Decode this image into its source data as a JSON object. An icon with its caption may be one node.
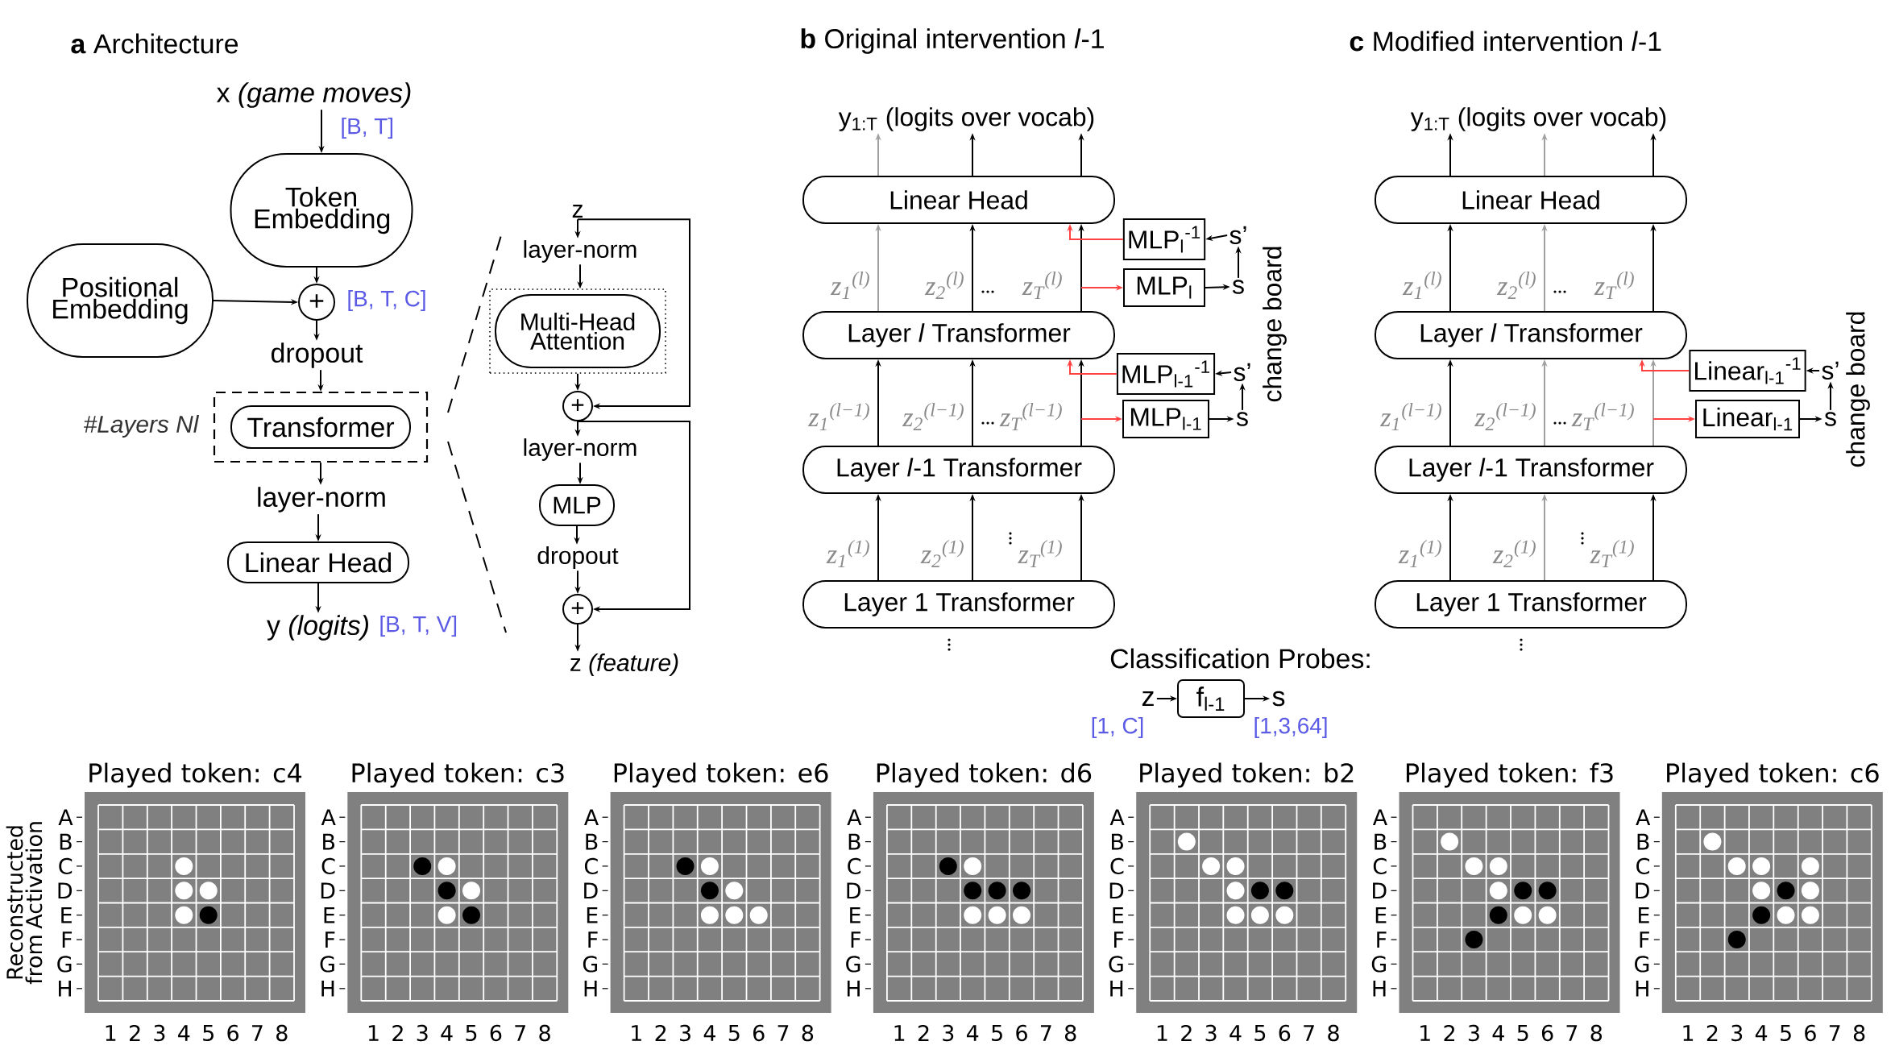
{
  "diagram": {
    "nodes": [
      {
        "text": [
          "x *(game moves)*"
        ]
      },
      {
        "text": [
          "Token Embedding"
        ]
      },
      {
        "text": [
          "Positional Embedding"
        ]
      },
      {
        "text": [
          "+"
        ]
      },
      {
        "text": [
          "dropout"
        ]
      },
      {
        "text": [],
        "shape": "box"
      },
      {
        "text": [
          "Transformer"
        ],
        "in": 5
      },
      {
        "text": [
          "layer-norm"
        ]
      },
      {
        "text": [
          "Linear Head"
        ]
      },
      {
        "text": [
          "y *(logits)*"
        ]
      },
      {
        "text": [
          "z"
        ]
      },
      {
        "text": [
          "layer-norm"
        ]
      },
      {
        "text": [],
        "shape": "box"
      },
      {
        "text": [
          "Multi-Head Attention"
        ],
        "in": 12
      },
      {
        "text": [
          "+"
        ]
      },
      {
        "text": [
          "layer-norm"
        ]
      },
      {
        "text": [
          "MLP"
        ]
      },
      {
        "text": [
          "dropout"
        ]
      },
      {
        "text": [
          "+"
        ]
      },
      {
        "text": [
          "z *(feature)*"
        ]
      },
      {
        "text": [
          "y$_{1:T}$ (logits over vocab)"
        ]
      },
      {
        "text": [
          "Linear Head"
        ]
      },
      {
        "text": [
          "Layer *l* Transformer"
        ]
      },
      {
        "text": [
          "Layer *l*-1 Transformer"
        ]
      },
      {
        "text": [
          "Layer 1 Transformer"
        ]
      },
      {
        "text": [
          "MLP$_{l}$$^{-1}$"
        ]
      },
      {
        "text": [
          "MLP$_{l}$"
        ]
      },
      {
        "text": [
          "MLP$_{l-1}$$^{-1}$"
        ]
      },
      {
        "text": [
          "MLP$_{l-1}$"
        ]
      },
      {
        "text": [
          "s’"
        ]
      },
      {
        "text": [
          "s"
        ]
      },
      {
        "text": [
          "s’"
        ]
      },
      {
        "text": [
          "s"
        ]
      },
      {
        "text": [
          "y$_{1:T}$ (logits over vocab)"
        ]
      },
      {
        "text": [
          "Linear Head"
        ]
      },
      {
        "text": [
          "Layer *l* Transformer"
        ]
      },
      {
        "text": [
          "Layer *l*-1 Transformer"
        ]
      },
      {
        "text": [
          "Layer 1 Transformer"
        ]
      },
      {
        "text": [
          "Linear$_{l-1}$$^{-1}$"
        ]
      },
      {
        "text": [
          "Linear$_{l-1}$"
        ]
      },
      {
        "text": [
          "s’"
        ]
      },
      {
        "text": [
          "s"
        ]
      },
      {
        "text": [
          "z"
        ]
      },
      {
        "text": [
          "f$_{l-1}$"
        ]
      },
      {
        "text": [
          "s"
        ]
      }
    ],
    "edges": [
      {
        "from": 0,
        "to": 1,
        "arrow": "to"
      },
      {
        "from": 1,
        "to": 3,
        "arrow": "to"
      },
      {
        "from": 2,
        "to": 3,
        "arrow": "to"
      },
      {
        "from": 3,
        "to": 4,
        "arrow": "to"
      },
      {
        "from": 4,
        "to": 5,
        "arrow": "to"
      },
      {
        "from": 5,
        "to": 7,
        "arrow": "to"
      },
      {
        "from": 7,
        "to": 8,
        "arrow": "to"
      },
      {
        "from": 8,
        "to": 9,
        "arrow": "to"
      },
      {
        "from": 10,
        "to": 11,
        "arrow": "to"
      },
      {
        "from": 11,
        "to": 12,
        "arrow": "to"
      },
      {
        "from": 12,
        "to": 14,
        "arrow": "to"
      },
      {
        "from": 10,
        "to": 14,
        "arrow": "to"
      },
      {
        "from": 14,
        "to": 15,
        "arrow": "to"
      },
      {
        "from": 15,
        "to": 16,
        "arrow": "to"
      },
      {
        "from": 16,
        "to": 17,
        "arrow": "to"
      },
      {
        "from": 17,
        "to": 18,
        "arrow": "to"
      },
      {
        "from": 14,
        "to": 18,
        "arrow": "to"
      },
      {
        "from": 18,
        "to": 19,
        "arrow": "to"
      },
      {
        "from": 24,
        "to": 23,
        "arrow": "to"
      },
      {
        "from": 24,
        "to": 23,
        "arrow": "to"
      },
      {
        "from": 24,
        "to": 23,
        "arrow": "to"
      },
      {
        "from": 23,
        "to": 22,
        "arrow": "to"
      },
      {
        "from": 23,
        "to": 22,
        "arrow": "to"
      },
      {
        "from": 23,
        "to": 22,
        "arrow": "to"
      },
      {
        "from": 22,
        "to": 21,
        "arrow": "to",
        "color": "#a0a0a0"
      },
      {
        "from": 22,
        "to": 21,
        "arrow": "to"
      },
      {
        "from": 22,
        "to": 21,
        "arrow": "to"
      },
      {
        "from": 21,
        "to": 20,
        "arrow": "to",
        "color": "#a0a0a0"
      },
      {
        "from": 21,
        "to": 20,
        "arrow": "to"
      },
      {
        "from": 21,
        "to": 20,
        "arrow": "to"
      },
      {
        "from": 29,
        "to": 25,
        "arrow": "to"
      },
      {
        "from": 26,
        "to": 30,
        "arrow": "to"
      },
      {
        "from": 30,
        "to": 29,
        "arrow": "to"
      },
      {
        "from": 31,
        "to": 27,
        "arrow": "to"
      },
      {
        "from": 28,
        "to": 32,
        "arrow": "to"
      },
      {
        "from": 32,
        "to": 31,
        "arrow": "to"
      },
      {
        "from": 25,
        "to": 21,
        "arrow": "to",
        "color": "#ff4040"
      },
      {
        "from": null,
        "to": 26,
        "arrow": "to",
        "color": "#ff4040"
      },
      {
        "from": 27,
        "to": 22,
        "arrow": "to",
        "color": "#ff4040"
      },
      {
        "from": null,
        "to": 28,
        "arrow": "to",
        "color": "#ff4040"
      },
      {
        "from": 37,
        "to": 36,
        "arrow": "to"
      },
      {
        "from": 37,
        "to": 36,
        "arrow": "to",
        "color": "#a0a0a0"
      },
      {
        "from": 37,
        "to": 36,
        "arrow": "to"
      },
      {
        "from": 36,
        "to": 35,
        "arrow": "to"
      },
      {
        "from": 36,
        "to": 35,
        "arrow": "to",
        "color": "#a0a0a0"
      },
      {
        "from": 36,
        "to": 35,
        "arrow": "to",
        "color": "#a0a0a0"
      },
      {
        "from": 35,
        "to": 34,
        "arrow": "to"
      },
      {
        "from": 35,
        "to": 34,
        "arrow": "to",
        "color": "#a0a0a0"
      },
      {
        "from": 35,
        "to": 34,
        "arrow": "to"
      },
      {
        "from": 34,
        "to": 33,
        "arrow": "to"
      },
      {
        "from": 34,
        "to": 33,
        "arrow": "to",
        "color": "#a0a0a0"
      },
      {
        "from": 34,
        "to": 33,
        "arrow": "to"
      },
      {
        "from": 40,
        "to": 38,
        "arrow": "to"
      },
      {
        "from": 39,
        "to": 41,
        "arrow": "to"
      },
      {
        "from": 41,
        "to": 40,
        "arrow": "to"
      },
      {
        "from": 38,
        "to": 35,
        "arrow": "to",
        "color": "#ff4040"
      },
      {
        "from": null,
        "to": 39,
        "arrow": "to",
        "color": "#ff4040"
      },
      {
        "from": 42,
        "to": 43,
        "arrow": "to"
      },
      {
        "from": 43,
        "to": 44,
        "arrow": "to"
      }
    ],
    "labels": [
      "**a** Architecture",
      "[B, T]",
      "[B, T, C]",
      "#Layers Nl",
      "[B, T, V]",
      "**b** Original intervention *l*-1",
      "**c** Modified intervention *l*-1",
      "z$_{1}$$^{(l)}$",
      "z$_{2}$$^{(l)}$",
      "z$_{T}$$^{(l)}$",
      "z$_{1}$$^{(l−1)}$",
      "z$_{2}$$^{(l−1)}$",
      "z$_{T}$$^{(l−1)}$",
      "z$_{1}$$^{(1)}$",
      "z$_{2}$$^{(1)}$",
      "z$_{T}$$^{(1)}$",
      "change board",
      "z$_{1}$$^{(l)}$",
      "z$_{2}$$^{(l)}$",
      "z$_{T}$$^{(l)}$",
      "z$_{1}$$^{(l−1)}$",
      "z$_{2}$$^{(l−1)}$",
      "z$_{T}$$^{(l−1)}$",
      "z$_{1}$$^{(1)}$",
      "z$_{2}$$^{(1)}$",
      "z$_{T}$$^{(1)}$",
      "change board",
      "Classification Probes:",
      "[1, C]",
      "[1,3,64]",
      "Reconstructed from Activation",
      "Played token: c4",
      "A",
      "B",
      "C",
      "D",
      "E",
      "F",
      "G",
      "H",
      "1",
      "2",
      "3",
      "4",
      "5",
      "6",
      "7",
      "8",
      "Played token: c3",
      "A",
      "B",
      "C",
      "D",
      "E",
      "F",
      "G",
      "H",
      "1",
      "2",
      "3",
      "4",
      "5",
      "6",
      "7",
      "8",
      "Played token: e6",
      "A",
      "B",
      "C",
      "D",
      "E",
      "F",
      "G",
      "H",
      "1",
      "2",
      "3",
      "4",
      "5",
      "6",
      "7",
      "8",
      "Played token: d6",
      "A",
      "B",
      "C",
      "D",
      "E",
      "F",
      "G",
      "H",
      "1",
      "2",
      "3",
      "4",
      "5",
      "6",
      "7",
      "8",
      "Played token: b2",
      "A",
      "B",
      "C",
      "D",
      "E",
      "F",
      "G",
      "H",
      "1",
      "2",
      "3",
      "4",
      "5",
      "6",
      "7",
      "8",
      "Played token: f3",
      "A",
      "B",
      "C",
      "D",
      "E",
      "F",
      "G",
      "H",
      "1",
      "2",
      "3",
      "4",
      "5",
      "6",
      "7",
      "8",
      "Played token: c6",
      "A",
      "B",
      "C",
      "D",
      "E",
      "F",
      "G",
      "H",
      "1",
      "2",
      "3",
      "4",
      "5",
      "6",
      "7",
      "8"
    ]
  }
}
